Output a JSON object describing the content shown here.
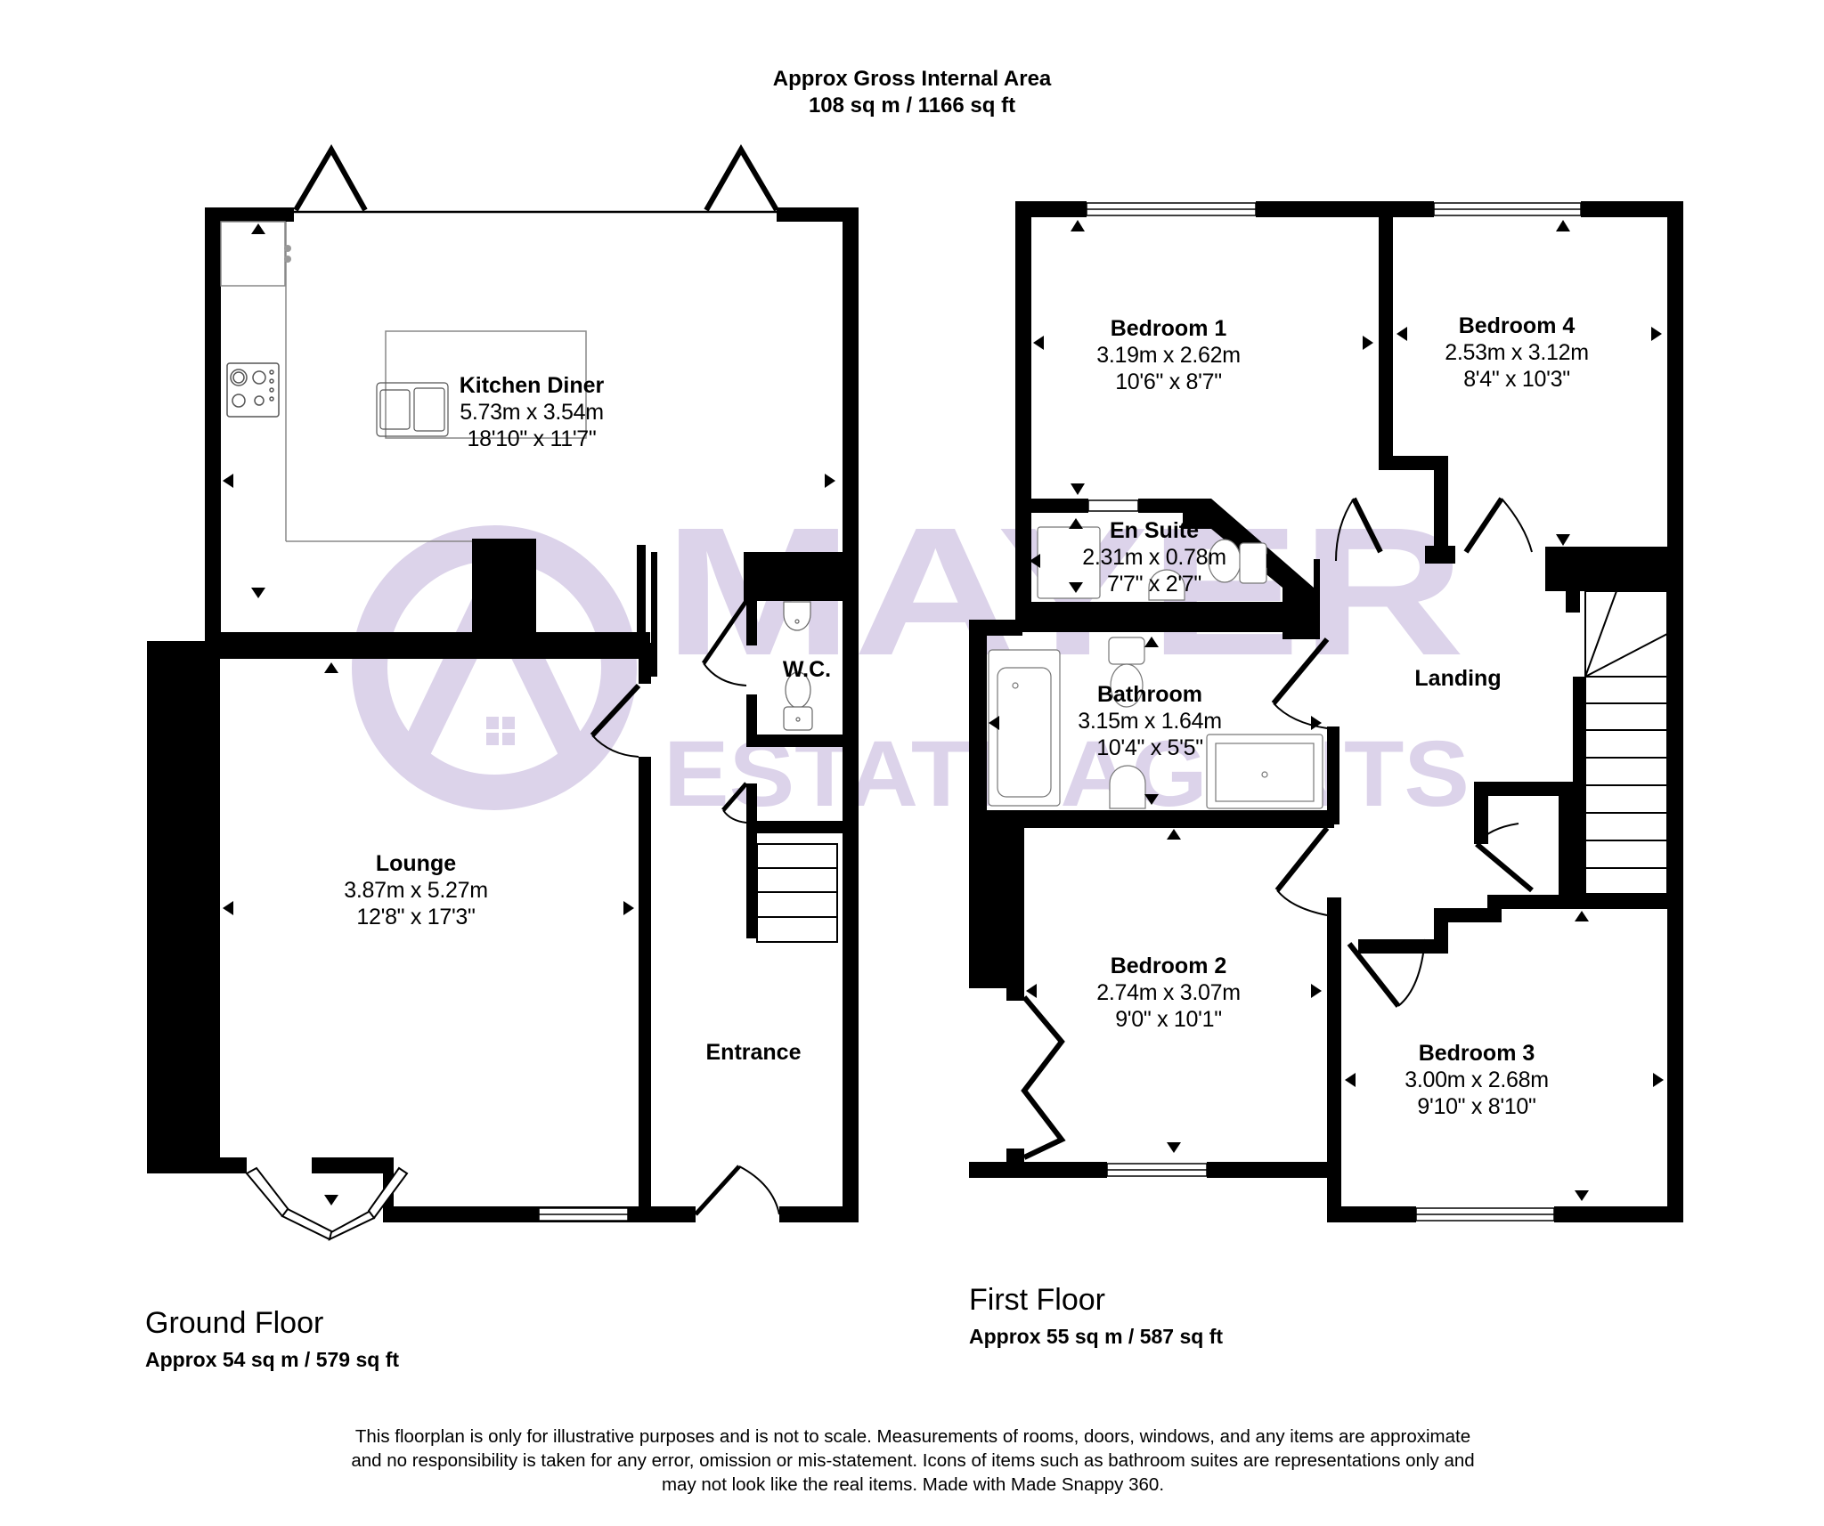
{
  "header": {
    "title_line1": "Approx Gross Internal Area",
    "title_line2": "108 sq m / 1166 sq ft"
  },
  "watermark": {
    "brand_line1": "MAYER",
    "brand_line2": "ESTATE AGENTS",
    "color": "#d9cfe8"
  },
  "ground_floor": {
    "title": "Ground Floor",
    "area": "Approx 54 sq m / 579 sq ft",
    "rooms": [
      {
        "name": "Kitchen Diner",
        "metric": "5.73m x 3.54m",
        "imperial": "18'10\" x 11'7\""
      },
      {
        "name": "Lounge",
        "metric": "3.87m x 5.27m",
        "imperial": "12'8\" x 17'3\""
      },
      {
        "name": "W.C.",
        "metric": "",
        "imperial": ""
      },
      {
        "name": "Entrance",
        "metric": "",
        "imperial": ""
      }
    ]
  },
  "first_floor": {
    "title": "First Floor",
    "area": "Approx 55 sq m / 587 sq ft",
    "rooms": [
      {
        "name": "Bedroom 1",
        "metric": "3.19m x 2.62m",
        "imperial": "10'6\" x 8'7\""
      },
      {
        "name": "Bedroom 4",
        "metric": "2.53m x 3.12m",
        "imperial": "8'4\" x 10'3\""
      },
      {
        "name": "En Suite",
        "metric": "2.31m x 0.78m",
        "imperial": "7'7\" x 2'7\""
      },
      {
        "name": "Bathroom",
        "metric": "3.15m x 1.64m",
        "imperial": "10'4\" x 5'5\""
      },
      {
        "name": "Landing",
        "metric": "",
        "imperial": ""
      },
      {
        "name": "Bedroom 2",
        "metric": "2.74m x 3.07m",
        "imperial": "9'0\" x 10'1\""
      },
      {
        "name": "Bedroom 3",
        "metric": "3.00m x 2.68m",
        "imperial": "9'10\" x 8'10\""
      }
    ]
  },
  "footer": {
    "disclaimer_line1": "This floorplan is only for illustrative purposes and is not to scale. Measurements of rooms, doors, windows, and any items are approximate",
    "disclaimer_line2": "and no responsibility is taken for any error, omission or mis-statement. Icons of items such as bathroom suites are representations only and",
    "disclaimer_line3": "may not look like the real items. Made with Made Snappy 360."
  }
}
